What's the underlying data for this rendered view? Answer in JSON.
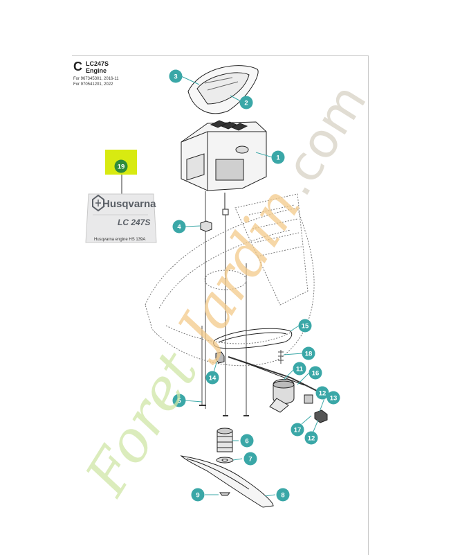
{
  "header": {
    "section_letter": "C",
    "model": "LC247S",
    "subtitle": "Engine",
    "for_line_1": "For 967345301, 2016-11",
    "for_line_2": "For 970541201, 2022"
  },
  "decal": {
    "brand": "Husqvarna",
    "model": "LC 247S",
    "caption": "Husqvarna engine HS 139A"
  },
  "callouts": {
    "c1": "1",
    "c2": "2",
    "c3": "3",
    "c4": "4",
    "c5": "5",
    "c6": "6",
    "c7": "7",
    "c8": "8",
    "c9": "9",
    "c11": "11",
    "c12a": "12",
    "c12b": "12",
    "c13": "13",
    "c14": "14",
    "c15": "15",
    "c16": "16",
    "c17": "17",
    "c18": "18",
    "c19": "19"
  },
  "watermark": {
    "word1": "Foret",
    "word2": "Jardin",
    "word3": ".com"
  },
  "colors": {
    "callout": "#3aa7a7",
    "highlight": "#d8ea11",
    "watermark_green": "#cfe6a6",
    "watermark_orange": "#f3c98a",
    "watermark_gray": "#d9d4c8"
  }
}
